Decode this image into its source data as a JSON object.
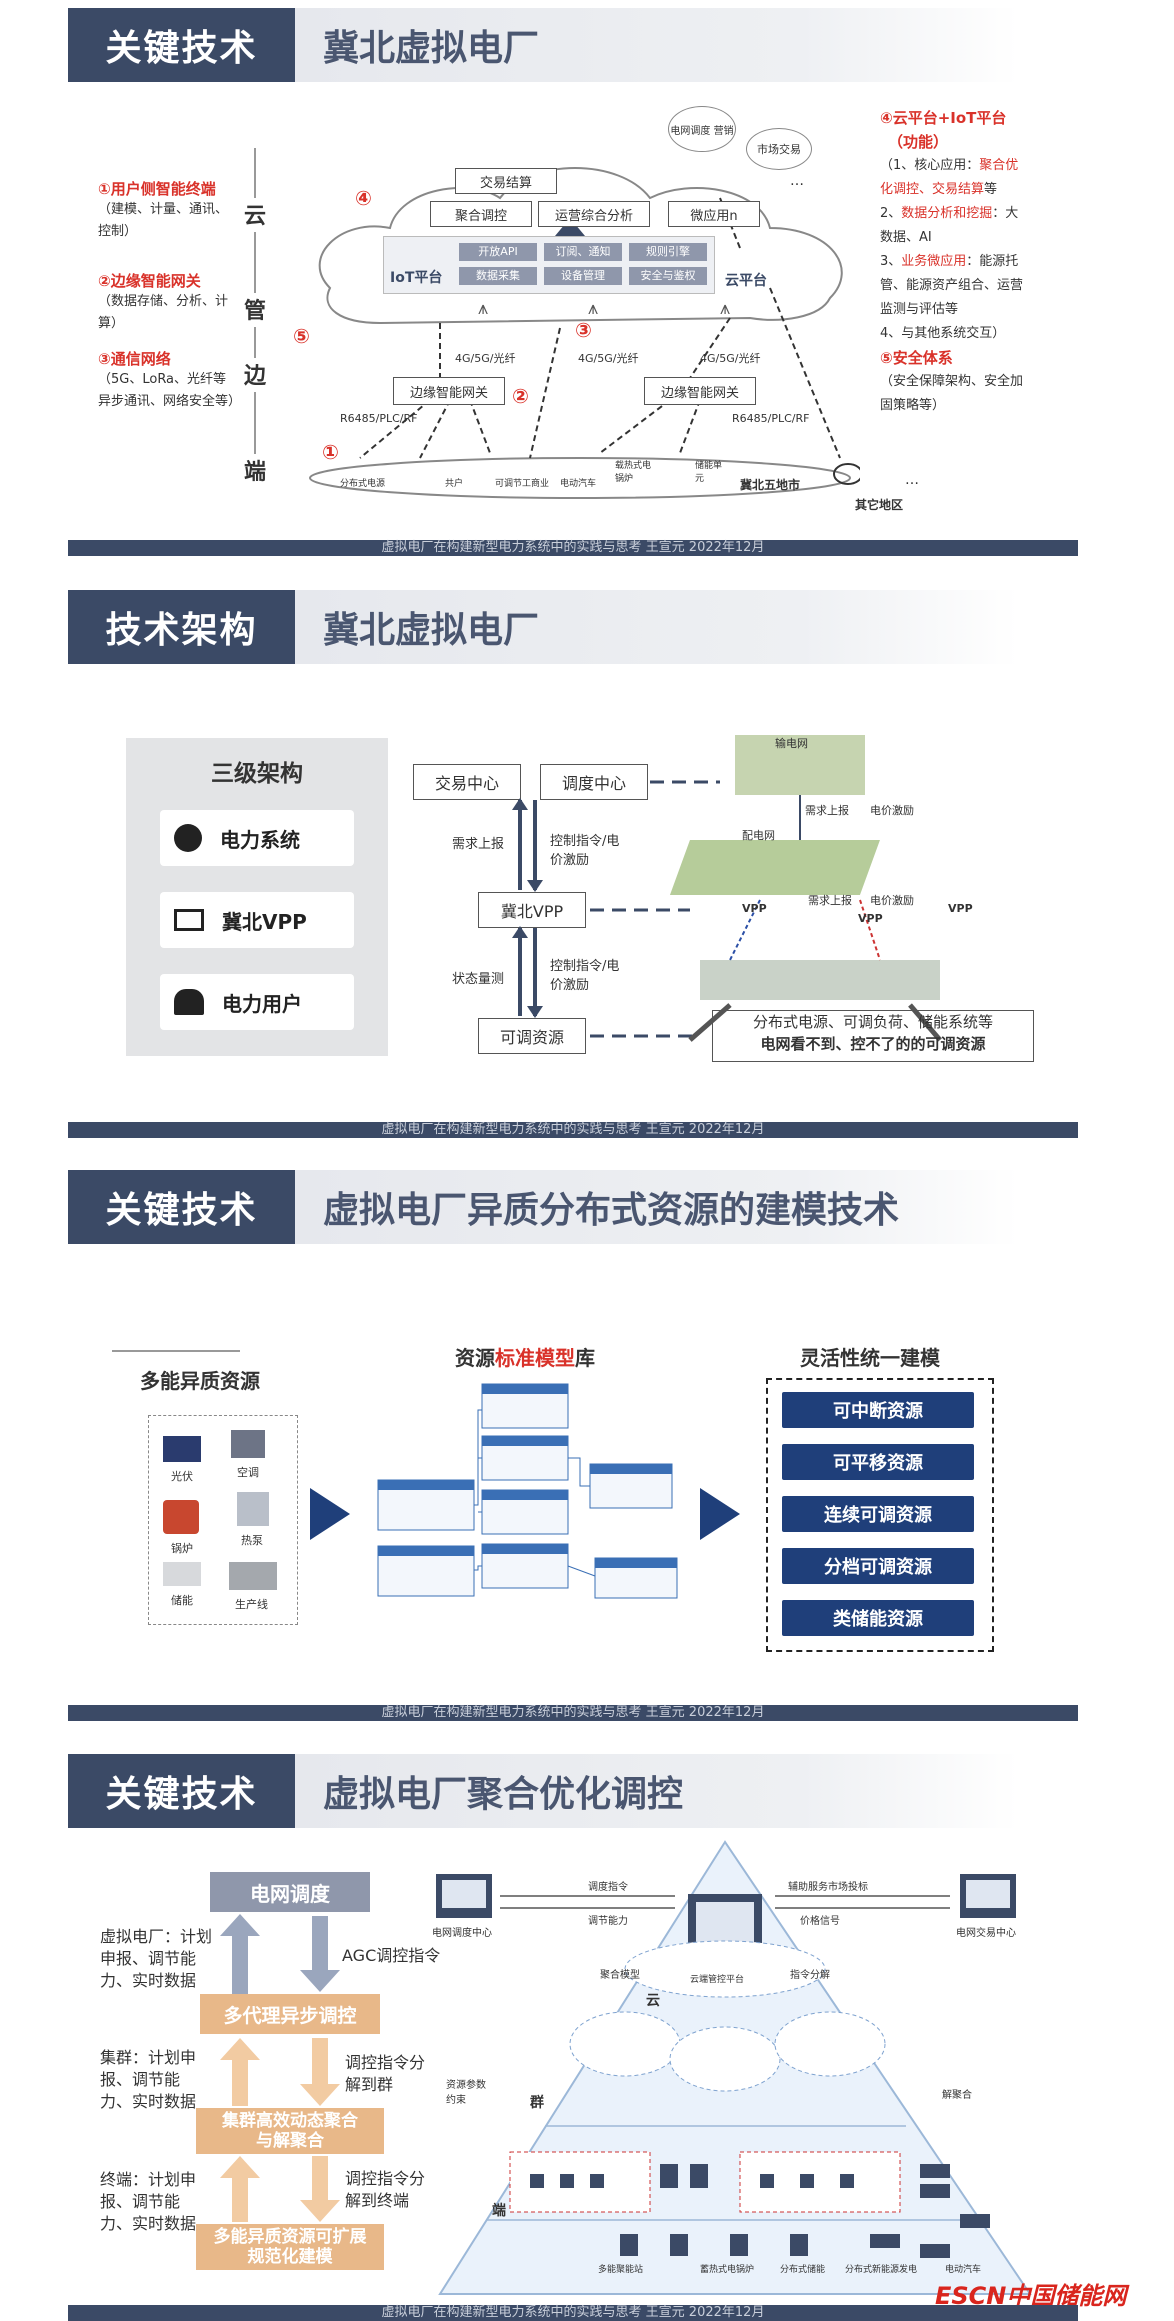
{
  "slide1": {
    "tag": "关键技术",
    "title": "冀北虚拟电厂",
    "layers": [
      "云",
      "管",
      "边",
      "端"
    ],
    "left_items": [
      {
        "title": "①用户侧智能终端",
        "desc": "（建模、计量、通讯、控制）"
      },
      {
        "title": "②边缘智能网关",
        "desc": "（数据存储、分析、计算）"
      },
      {
        "title": "③通信网络",
        "desc": "（5G、LoRa、光纤等异步通讯、网络安全等）"
      }
    ],
    "cloud_boxes": [
      "交易结算",
      "聚合调控",
      "运营综合分析",
      "微应用n"
    ],
    "iot_label": "IoT平台",
    "iot_cells": [
      "开放API",
      "订阅、通知",
      "规则引擎",
      "数据采集",
      "设备管理",
      "安全与鉴权"
    ],
    "cloud_label": "云平台",
    "bubbles": [
      "电网调度 营销",
      "市场交易",
      "…"
    ],
    "comm_labels": [
      "4G/5G/光纤",
      "4G/5G/光纤",
      "4G/5G/光纤"
    ],
    "gateway_label": "边缘智能网关",
    "rs_label": "R6485/PLC/RF",
    "devices": [
      "分布式电源",
      "共户",
      "可调节工商业",
      "电动汽车",
      "载热式电锅炉",
      "储能单元"
    ],
    "region": "冀北五地市",
    "other": "其它地区",
    "dots": "…",
    "circle_nums": [
      "①",
      "②",
      "③",
      "④",
      "⑤"
    ],
    "right": {
      "h1": "④云平台+IoT平台",
      "h1b": "（功能）",
      "l1": "（1、核心应用：",
      "l1r": "聚合优化调控、交易结算",
      "l1e": "等",
      "l2": "2、",
      "l2r": "数据分析和挖掘",
      "l2e": "：大数据、AI",
      "l3": "3、",
      "l3r": "业务微应用",
      "l3e": "：能源托管、能源资产组合、运营监测与评估等",
      "l4": "4、与其他系统交互）",
      "h2": "⑤安全体系",
      "l5": "（安全保障架构、安全加固策略等）"
    },
    "footer": "虚拟电厂在构建新型电力系统中的实践与思考  王宣元  2022年12月"
  },
  "slide2": {
    "tag": "技术架构",
    "title": "冀北虚拟电厂",
    "panel_title": "三级架构",
    "panel_items": [
      "电力系统",
      "冀北VPP",
      "电力用户"
    ],
    "boxes": [
      "交易中心",
      "调度中心",
      "冀北VPP",
      "可调资源"
    ],
    "labels": {
      "demand": "需求上报",
      "ctrl1": "控制指令/电价激励",
      "status": "状态量测",
      "ctrl2": "控制指令/电价激励"
    },
    "grid_labels": {
      "trans": "输电网",
      "dist": "配电网",
      "up1": "需求上报",
      "price1": "电价激励",
      "up2": "需求上报",
      "price2": "电价激励",
      "vpp": "VPP"
    },
    "bottom_text1": "分布式电源、可调负荷、储能系统等",
    "bottom_text2": "电网看不到、控不了的的可调资源",
    "footer": "虚拟电厂在构建新型电力系统中的实践与思考  王宣元  2022年12月"
  },
  "slide3": {
    "tag": "关键技术",
    "title": "虚拟电厂异质分布式资源的建模技术",
    "left_title": "多能异质资源",
    "resources": [
      "光伏",
      "空调",
      "锅炉",
      "热泵",
      "储能",
      "生产线"
    ],
    "mid_title_a": "资源",
    "mid_title_b": "标准模型",
    "mid_title_c": "库",
    "right_title": "灵活性统一建模",
    "models": [
      "可中断资源",
      "可平移资源",
      "连续可调资源",
      "分档可调资源",
      "类储能资源"
    ],
    "footer": "虚拟电厂在构建新型电力系统中的实践与思考  王宣元  2022年12月"
  },
  "slide4": {
    "tag": "关键技术",
    "title": "虚拟电厂聚合优化调控",
    "stack": [
      "电网调度",
      "多代理异步调控",
      "集群高效动态聚合与解聚合",
      "多能异质资源可扩展规范化建模"
    ],
    "left_notes": [
      "虚拟电厂：计划申报、调节能力、实时数据",
      "集群：计划申报、调节能力、实时数据",
      "终端：计划申报、调节能力、实时数据"
    ],
    "right_notes": [
      "AGC调控指令",
      "调控指令分解到群",
      "调控指令分解到终端"
    ],
    "pyramid": {
      "cloud": "云",
      "group": "群",
      "end": "端",
      "grid_center": "电网调度中心",
      "trade_center": "电网交易中心",
      "cmd1": "调度指令",
      "cmd2": "调节能力",
      "cmd3": "辅助服务市场投标",
      "cmd4": "价格信号",
      "agg": "聚合模型",
      "decomp": "指令分解",
      "platform": "云端管控平台",
      "params": "资源参数 约束",
      "decomp2": "解聚合",
      "bottom": [
        "多能聚能站",
        "蓄热式电锅炉",
        "分布式储能",
        "分布式新能源发电",
        "电动汽车"
      ]
    },
    "footer": "虚拟电厂在构建新型电力系统中的实践与思考  王宣元  2022年12月"
  },
  "watermark": "ESCN中国储能网"
}
